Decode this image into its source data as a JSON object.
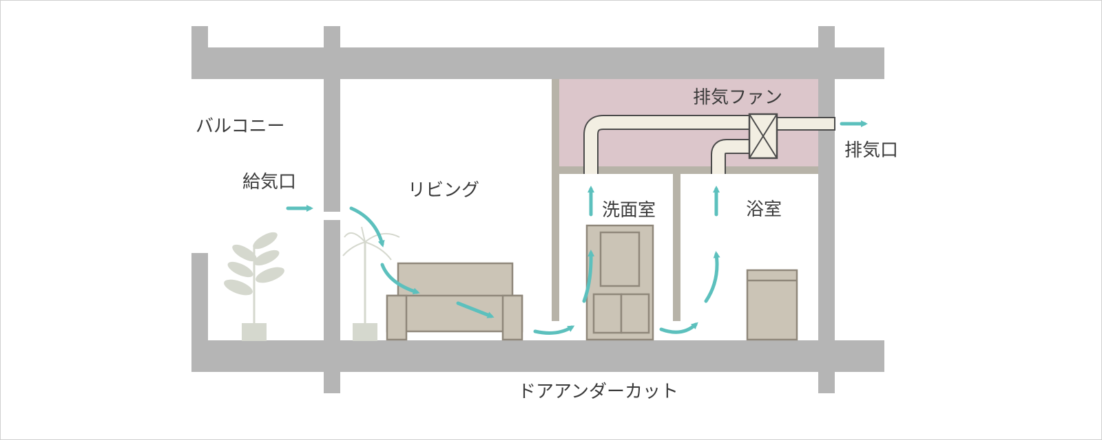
{
  "diagram": {
    "labels": {
      "balcony": "バルコニー",
      "supply_vent": "給気口",
      "living": "リビング",
      "exhaust_fan": "排気ファン",
      "exhaust_vent": "排気口",
      "washroom": "洗面室",
      "bathroom": "浴室",
      "door_undercut": "ドアアンダーカット"
    },
    "colors": {
      "wall": "#b5b5b5",
      "ceiling_space": "#dcc6cb",
      "inner_wall": "#b7b3a8",
      "furniture": "#cbc4b6",
      "furniture_outline": "#8f877a",
      "duct": "#f2eee2",
      "duct_outline": "#4a4a4a",
      "airflow_arrow": "#5cc0bd",
      "plant": "#d5d8ce"
    },
    "icons": [
      "plant-icon",
      "sofa-icon",
      "cabinet-icon",
      "exhaust-fan-icon",
      "airflow-arrow-icon",
      "duct-icon"
    ]
  }
}
